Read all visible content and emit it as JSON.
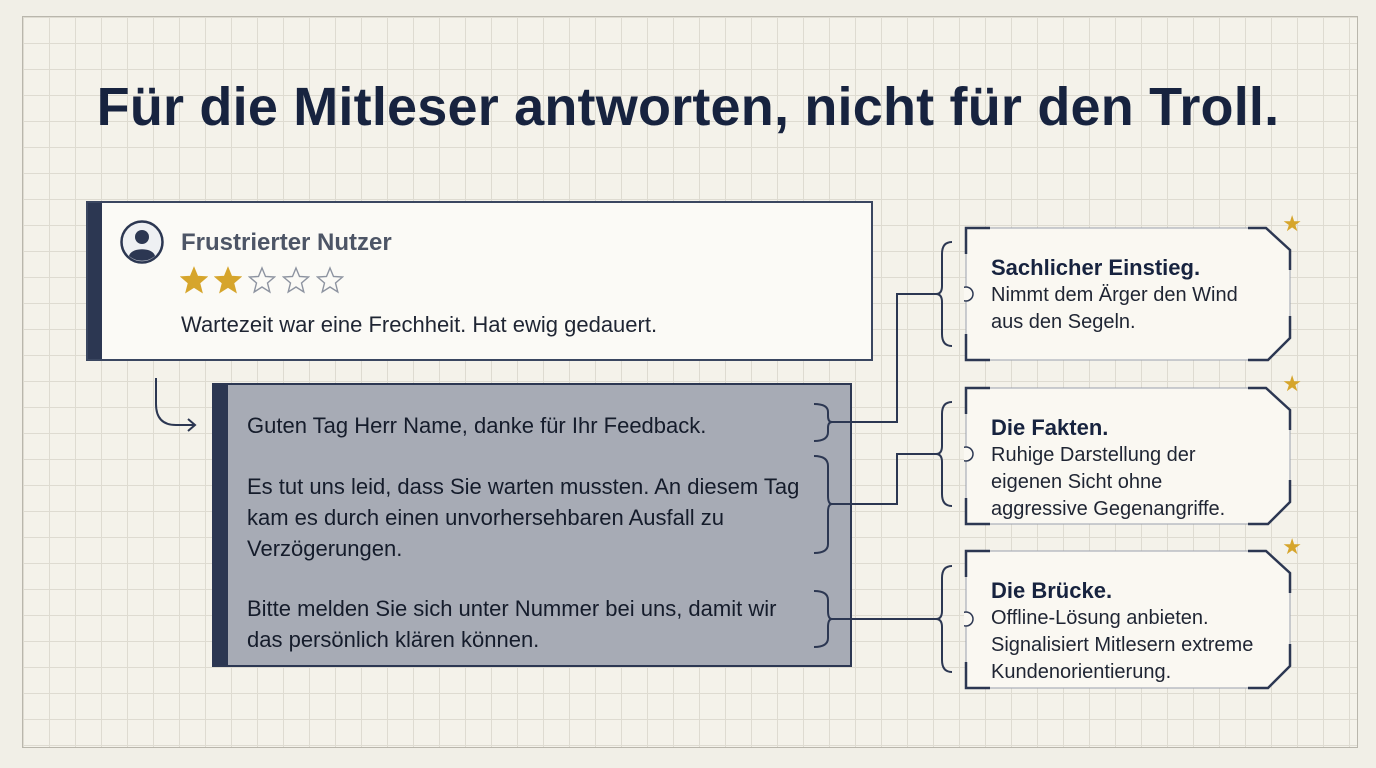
{
  "title": "Für die Mitleser antworten, nicht für den Troll.",
  "review": {
    "author": "Frustrierter Nutzer",
    "rating": 2,
    "rating_max": 5,
    "text": "Wartezeit war eine Frechheit. Hat ewig gedauert."
  },
  "reply": {
    "paragraphs": [
      "Guten Tag Herr Name, danke für Ihr Feedback.",
      "Es tut uns leid, dass Sie warten mussten. An diesem Tag kam es durch einen unvorhersehbaren Ausfall zu Verzögerungen.",
      "Bitte melden Sie sich unter Nummer bei uns, damit wir das persönlich klären können."
    ]
  },
  "annotations": [
    {
      "title": "Sachlicher Einstieg.",
      "text": "Nimmt dem Ärger den Wind aus den Segeln."
    },
    {
      "title": "Die Fakten.",
      "text": "Ruhige Darstellung der eigenen Sicht ohne aggressive Gegenangriffe."
    },
    {
      "title": "Die Brücke.",
      "text": "Offline-Lösung anbieten. Signalisiert Mitlesern extreme Kundenorientierung."
    }
  ],
  "icons": {
    "avatar": "user-avatar-icon",
    "star_filled": "star-filled-icon",
    "star_empty": "star-outline-icon",
    "corner_star": "star-icon",
    "arrow": "curved-arrow-icon"
  },
  "colors": {
    "navy": "#17233f",
    "star_gold": "#d6a52c",
    "reply_bg": "#a7abb5",
    "background": "#f4f2ea"
  }
}
